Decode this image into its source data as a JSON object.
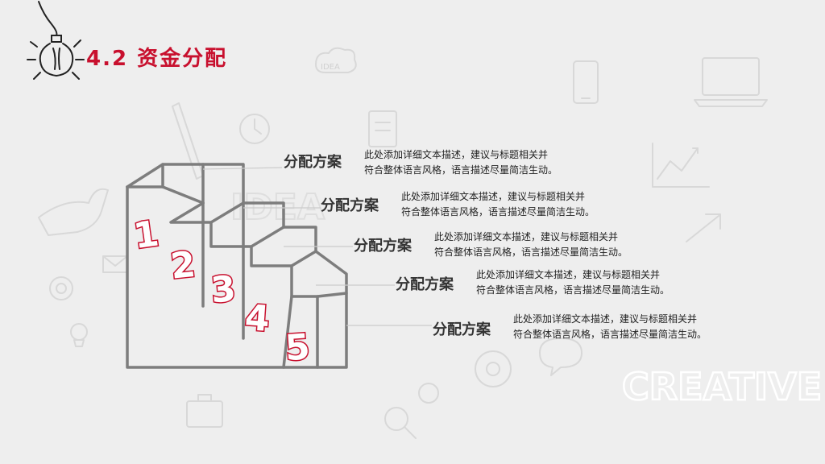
{
  "title": "4.2  资金分配",
  "colors": {
    "accent": "#c8102e",
    "text": "#333333",
    "doodle": "#d6d6d6",
    "stairs": "#7a7a7a"
  },
  "decor": {
    "creative": "CREATIVE",
    "idea": "IDEA",
    "bubble": "IDEA"
  },
  "steps": [
    {
      "number": "1",
      "heading": "分配方案",
      "line1": "此处添加详细文本描述，建议与标题相关并",
      "line2": "符合整体语言风格，语言描述尽量简洁生动。"
    },
    {
      "number": "2",
      "heading": "分配方案",
      "line1": "此处添加详细文本描述，建议与标题相关并",
      "line2": "符合整体语言风格，语言描述尽量简洁生动。"
    },
    {
      "number": "3",
      "heading": "分配方案",
      "line1": "此处添加详细文本描述，建议与标题相关并",
      "line2": "符合整体语言风格，语言描述尽量简洁生动。"
    },
    {
      "number": "4",
      "heading": "分配方案",
      "line1": "此处添加详细文本描述，建议与标题相关并",
      "line2": "符合整体语言风格，语言描述尽量简洁生动。"
    },
    {
      "number": "5",
      "heading": "分配方案",
      "line1": "此处添加详细文本描述，建议与标题相关并",
      "line2": "符合整体语言风格，语言描述尽量简洁生动。"
    }
  ]
}
